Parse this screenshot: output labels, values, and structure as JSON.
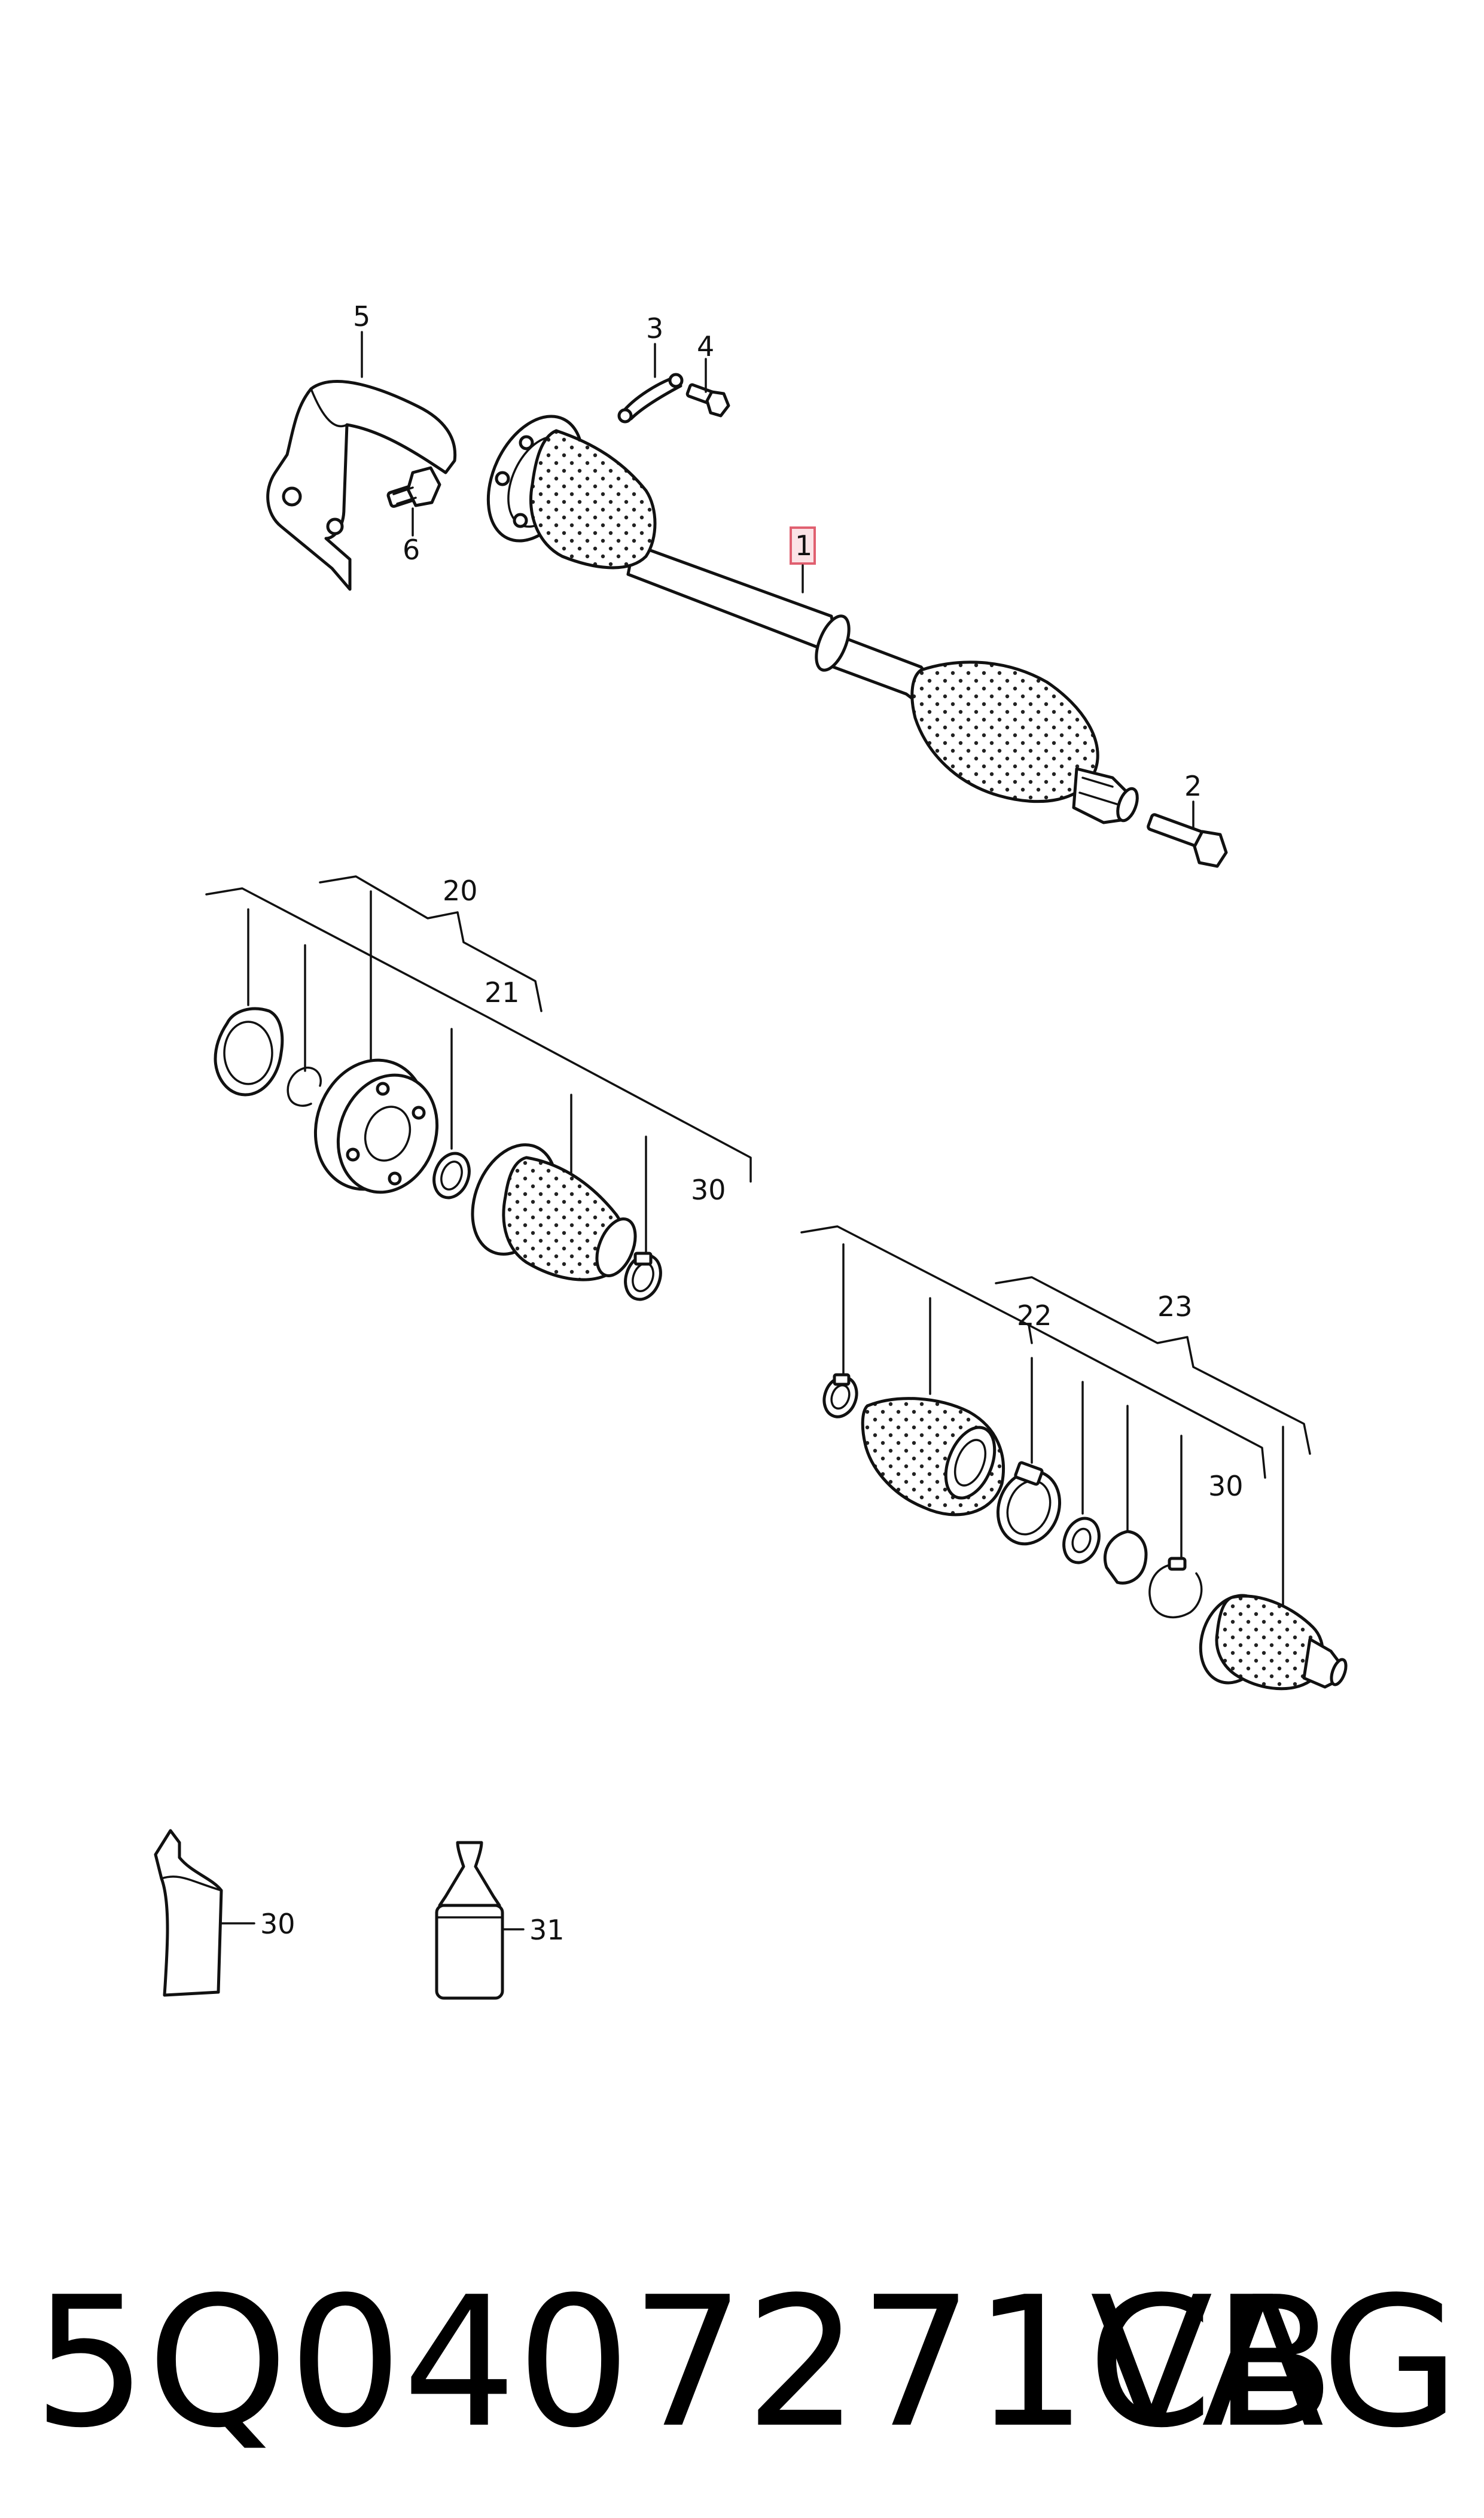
{
  "callouts": {
    "c1": "1",
    "c2": "2",
    "c3": "3",
    "c4": "4",
    "c5": "5",
    "c6": "6",
    "c20": "20",
    "c21": "21",
    "c22": "22",
    "c23": "23",
    "c30a": "30",
    "c30b": "30",
    "c30c": "30",
    "c31": "31"
  },
  "footer": {
    "part_number": "5Q0407271CB",
    "brand": "VAG"
  },
  "colors": {
    "highlight_box": "#e06070",
    "highlight_fill": "#fbe3e6",
    "line": "#111111"
  }
}
